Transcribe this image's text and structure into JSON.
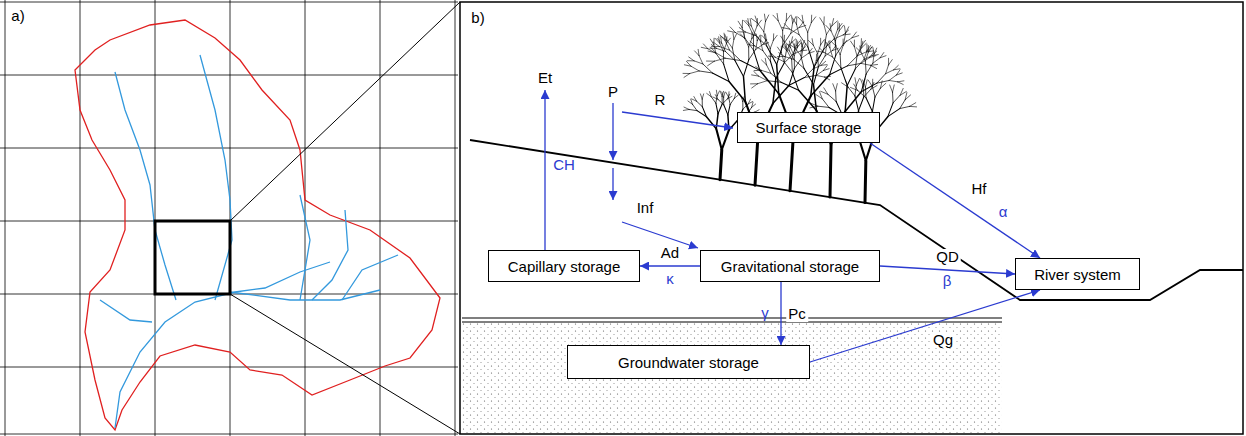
{
  "diagram": {
    "nodes": [
      {
        "text": [
          "Surface storage"
        ]
      },
      {
        "text": [
          "Capillary storage"
        ]
      },
      {
        "text": [
          "Gravitational storage"
        ]
      },
      {
        "text": [
          "River system"
        ]
      },
      {
        "text": [
          "Groundwater storage"
        ]
      }
    ],
    "edges": [
      {
        "from": 0,
        "to": 3,
        "arrow": "to",
        "label": "Hf"
      },
      {
        "from": 2,
        "to": 1,
        "arrow": "to",
        "label": "Ad"
      },
      {
        "from": 2,
        "to": 3,
        "arrow": "to",
        "label": "QD"
      },
      {
        "from": 2,
        "to": 4,
        "arrow": "to",
        "label": "Pc"
      },
      {
        "from": 4,
        "to": 3,
        "arrow": "to",
        "label": "Qg"
      }
    ],
    "labels": [
      "a)",
      "b)",
      "P",
      "R",
      "Inf",
      "Et",
      "CH",
      "α",
      "κ",
      "β",
      "γ"
    ]
  }
}
